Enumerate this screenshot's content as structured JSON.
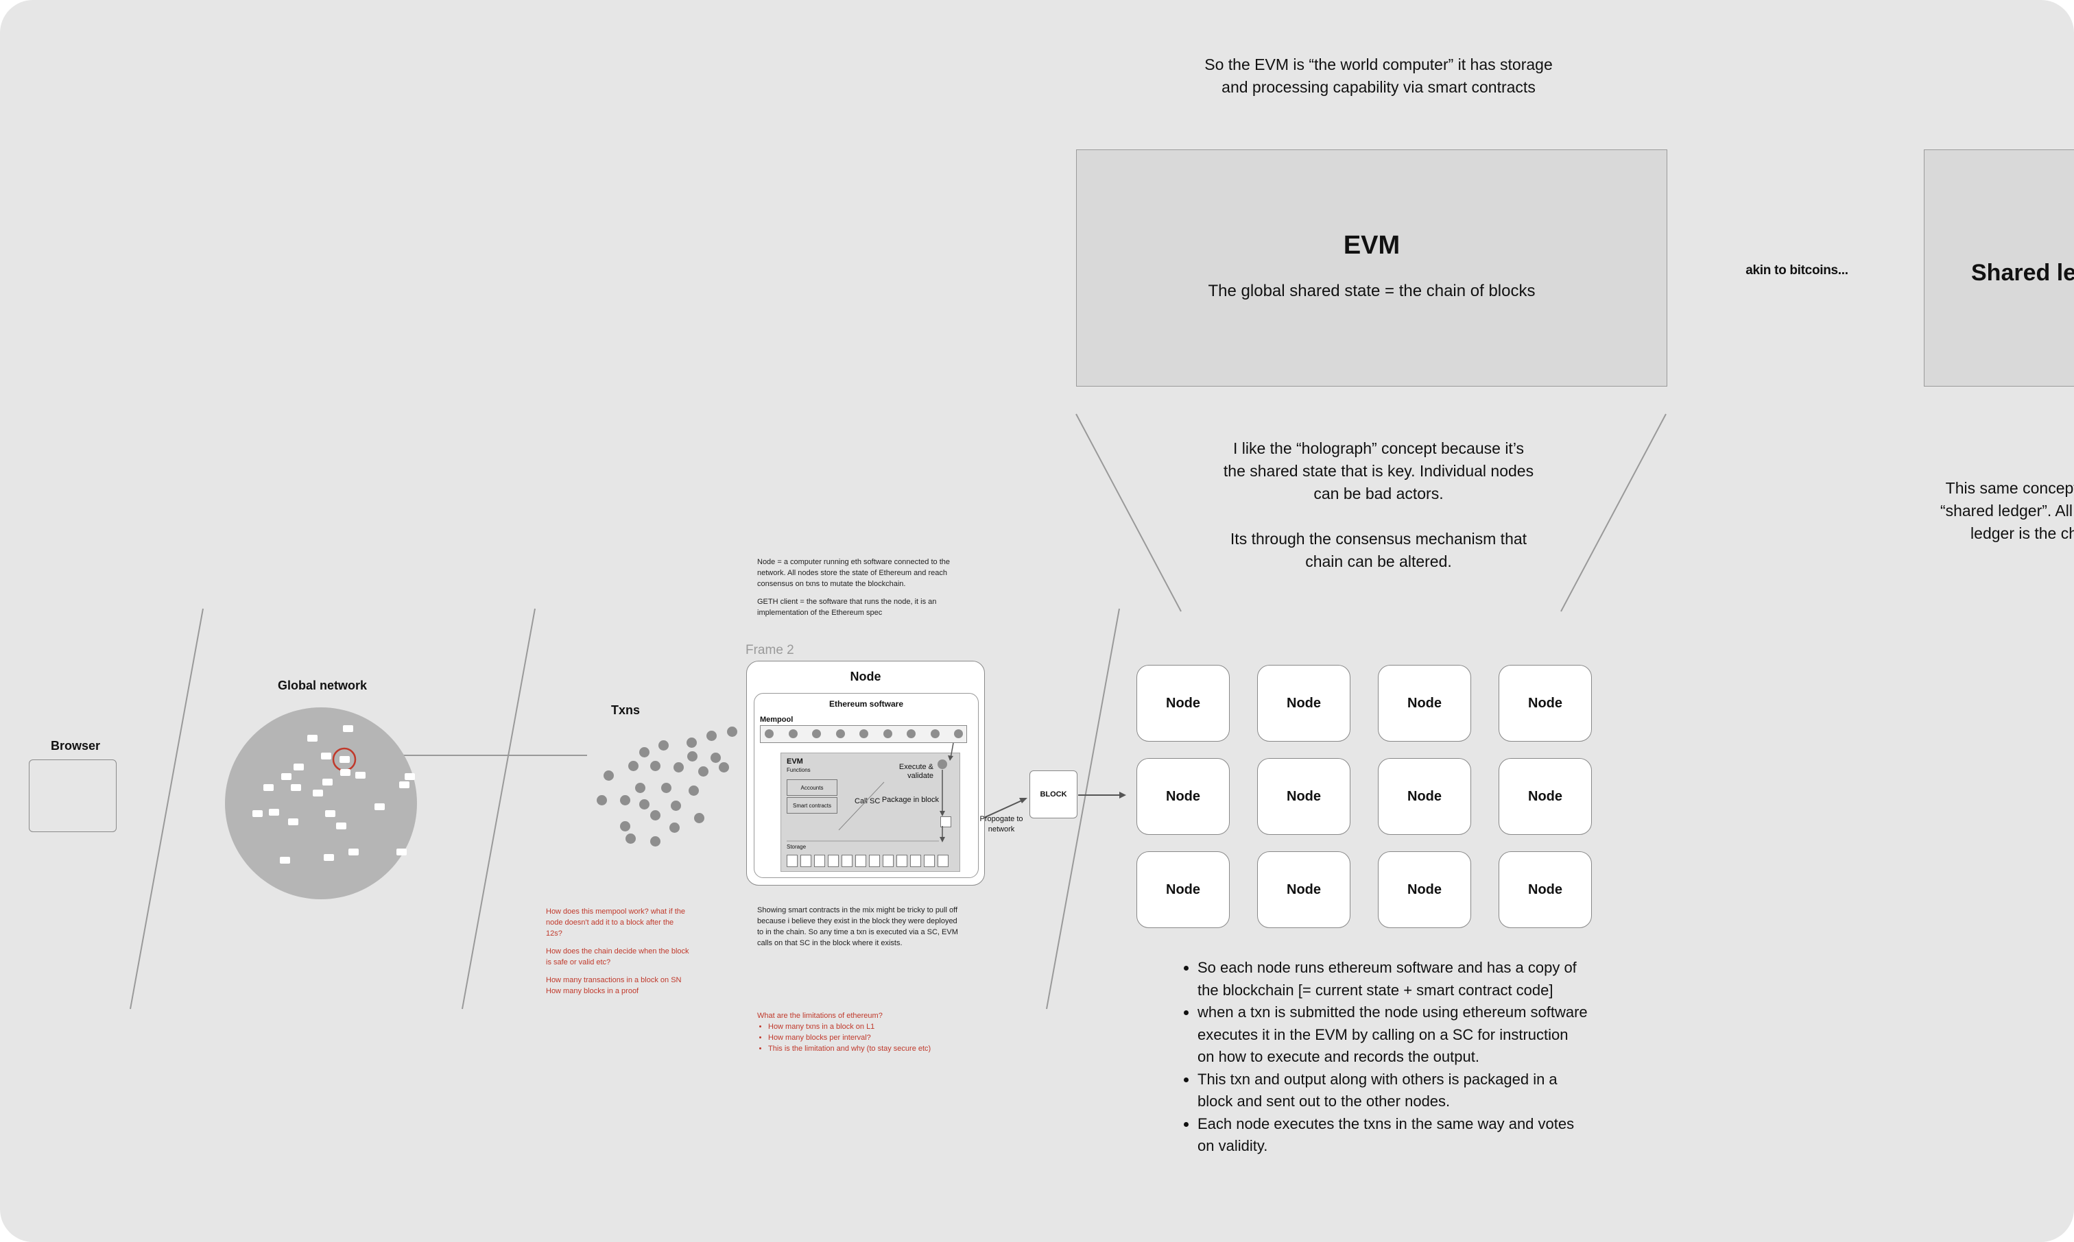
{
  "top_note": {
    "line1": "So the EVM is “the world computer” it has storage",
    "line2": "and processing capability via smart contracts"
  },
  "evm_box": {
    "title": "EVM",
    "subtitle": "The global shared state = the chain of blocks"
  },
  "akin_label": "akin to bitcoins...",
  "shared_box": {
    "title": "Shared le"
  },
  "holograph_note": {
    "line1": "I like the “holograph” concept because it’s",
    "line2": "the shared state that is key. Individual nodes",
    "line3": "can be bad actors.",
    "line4": "Its through the consensus mechanism that",
    "line5": "chain can be altered."
  },
  "same_concept_note": {
    "line1": "This same concept is us",
    "line2": "“shared ledger”. All nodes",
    "line3": "ledger is the chai"
  },
  "node_grid": {
    "label": "Node",
    "rows": 3,
    "cols": 4
  },
  "bullets": [
    "So each node runs ethereum software and has a copy of the blockchain [= current state + smart contract code]",
    "when a txn is submitted the node using ethereum software executes it in the EVM by calling on a SC for instruction on how to execute and records the output.",
    "This txn and output along with others is packaged in a block and sent out to the other nodes.",
    "Each node executes the txns in the same way and votes on validity."
  ],
  "browser": {
    "label": "Browser"
  },
  "global_network": {
    "label": "Global network"
  },
  "txns": {
    "label": "Txns"
  },
  "node_definition": {
    "p1": "Node = a computer running eth software connected to the network. All nodes store the state of Ethereum and reach consensus on txns to mutate the blockchain.",
    "p2": "GETH client = the software that runs the node, it is an implementation of the Ethereum spec"
  },
  "frame_label": "Frame 2",
  "node_frame": {
    "title": "Node",
    "software_title": "Ethereum software",
    "mempool_label": "Mempool",
    "evm_label": "EVM",
    "functions_label": "Functions",
    "accounts_label": "Accounts",
    "smart_contracts_label": "Smart contracts",
    "execute_label": "Execute & validate",
    "call_sc_label": "Call SC",
    "package_label": "Package in block",
    "storage_label": "Storage"
  },
  "block_label": "BLOCK",
  "propagate_label": "Propogate to network",
  "smart_contract_note": "Showing smart contracts in the mix might be tricky to pull off because i believe they exist in the block they were deployed to in the chain. So any time a txn is executed via a SC, EVM calls on that SC in the block where it exists.",
  "mempool_questions": {
    "q1": "How does this mempool work? what if the node doesn't add it to a block after the 12s?",
    "q2": "How does the chain decide when the block is safe or valid etc?",
    "q3": "How many transactions in a block on SN",
    "q4": "How many blocks in a proof"
  },
  "limitations": {
    "heading": "What are the limitations of ethereum?",
    "items": [
      "How many txns in a block on L1",
      "How many blocks per interval?",
      "This is the limitation and why (to stay secure etc)"
    ]
  },
  "colors": {
    "canvas_bg": "#e6e6e6",
    "panel_bg": "#d9d9d9",
    "question_red": "#c0392b"
  }
}
